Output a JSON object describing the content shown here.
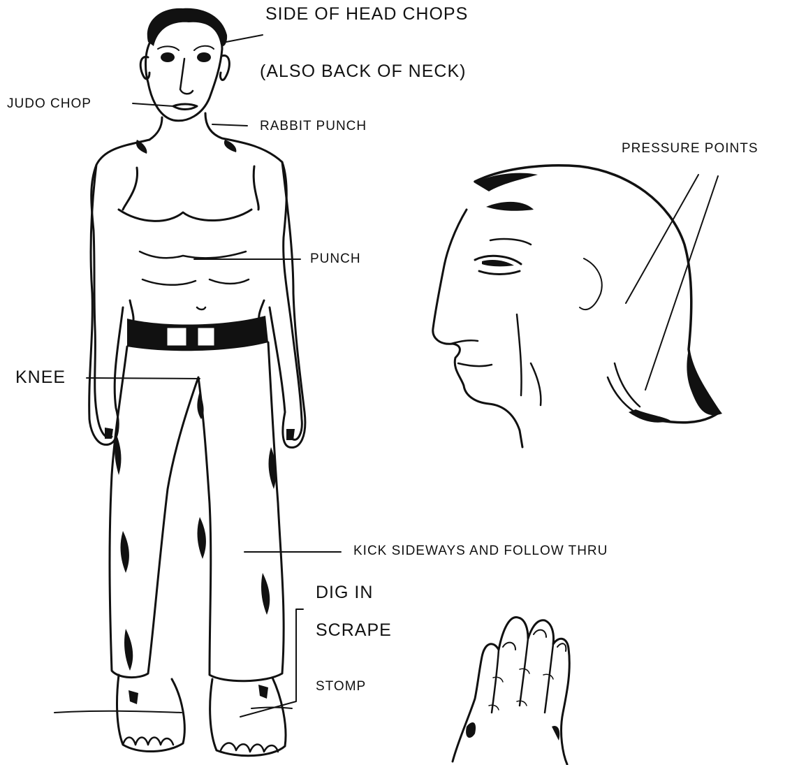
{
  "labels": {
    "side_of_head_chops": "SIDE OF HEAD CHOPS",
    "also_back_of_neck": "(ALSO BACK OF NECK)",
    "judo_chop": "JUDO CHOP",
    "rabbit_punch": "RABBIT PUNCH",
    "pressure_points": "PRESSURE POINTS",
    "punch": "PUNCH",
    "knee": "KNEE",
    "kick": "KICK SIDEWAYS AND FOLLOW THRU",
    "dig_in": "DIG IN",
    "scrape": "SCRAPE",
    "stomp": "STOMP"
  },
  "colors": {
    "ink": "#111111",
    "paper": "#ffffff"
  },
  "figures": [
    "standing-man-illustration",
    "head-profile-illustration",
    "hand-illustration"
  ]
}
